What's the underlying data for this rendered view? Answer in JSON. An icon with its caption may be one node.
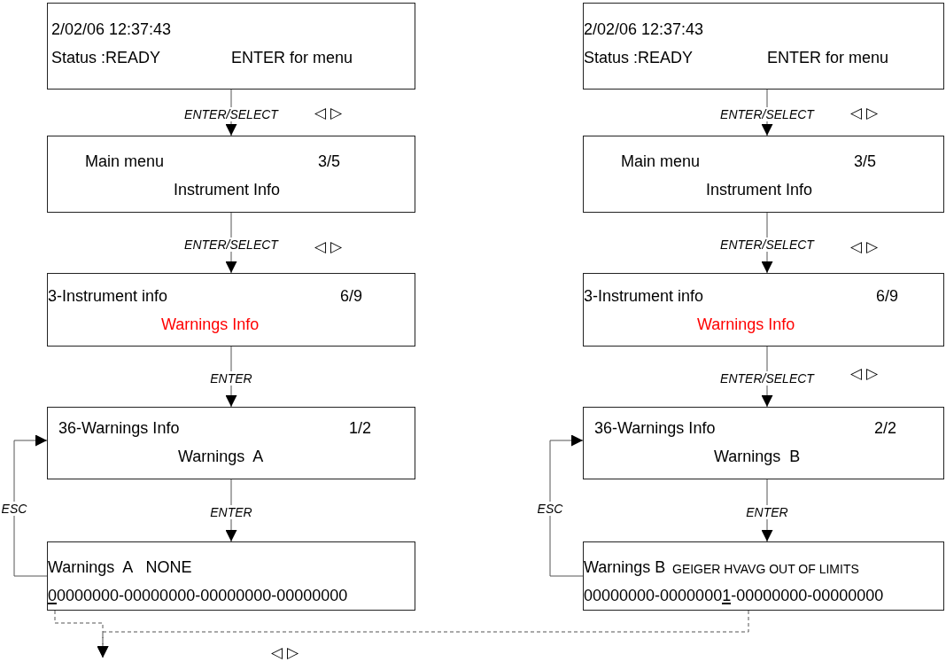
{
  "diagram": {
    "nodes": [
      {
        "text": [
          "2/02/06 12:37:43",
          "Status :READY",
          "ENTER for menu"
        ]
      },
      {
        "text": [
          "Main menu",
          "3/5",
          "Instrument Info"
        ]
      },
      {
        "text": [
          "3-Instrument info",
          "6/9",
          "Warnings Info"
        ]
      },
      {
        "text": [
          "36-Warnings Info",
          "1/2",
          "Warnings  A"
        ]
      },
      {
        "text": [
          "Warnings  A   NONE",
          "00000000-00000000-00000000-00000000"
        ]
      },
      {
        "text": [
          "2/02/06 12:37:43",
          "Status :READY",
          "ENTER for menu"
        ]
      },
      {
        "text": [
          "Main menu",
          "3/5",
          "Instrument Info"
        ]
      },
      {
        "text": [
          "3-Instrument info",
          "6/9",
          "Warnings Info"
        ]
      },
      {
        "text": [
          "36-Warnings Info",
          "2/2",
          "Warnings  B"
        ]
      },
      {
        "text": [
          "Warnings B",
          "GEIGER HVAVG OUT OF LIMITS",
          "00000000-00000001-00000000-00000000"
        ]
      }
    ],
    "edges": [
      {
        "from": 0,
        "to": 1,
        "arrow": "to",
        "label": "ENTER/SELECT"
      },
      {
        "from": 1,
        "to": 2,
        "arrow": "to",
        "label": "ENTER/SELECT"
      },
      {
        "from": 2,
        "to": 3,
        "arrow": "to",
        "label": "ENTER"
      },
      {
        "from": 3,
        "to": 4,
        "arrow": "to",
        "label": "ENTER"
      },
      {
        "from": 4,
        "to": 3,
        "arrow": "to",
        "label": "ESC"
      },
      {
        "from": 5,
        "to": 6,
        "arrow": "to",
        "label": "ENTER/SELECT"
      },
      {
        "from": 6,
        "to": 7,
        "arrow": "to",
        "label": "ENTER/SELECT"
      },
      {
        "from": 7,
        "to": 8,
        "arrow": "to",
        "label": "ENTER/SELECT"
      },
      {
        "from": 8,
        "to": 9,
        "arrow": "to",
        "label": "ENTER"
      },
      {
        "from": 9,
        "to": 8,
        "arrow": "to",
        "label": "ESC"
      },
      {
        "from": 4,
        "to": null,
        "arrow": "to",
        "style": "dashed"
      },
      {
        "from": 9,
        "to": null,
        "arrow": "to",
        "style": "dashed"
      }
    ],
    "labels": [
      "◁ ▷",
      "◁ ▷",
      "◁ ▷",
      "◁ ▷",
      "◁ ▷",
      "◁ ▷"
    ]
  }
}
